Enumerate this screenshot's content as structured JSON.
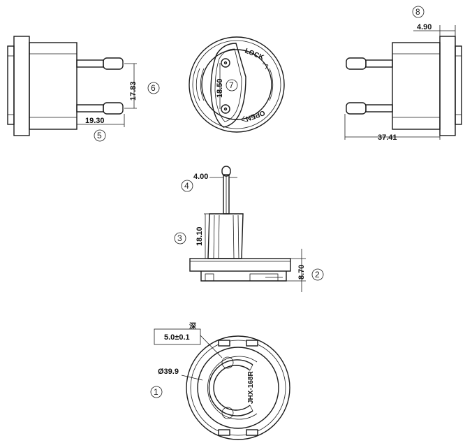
{
  "dimensions": {
    "d_19_30": "19.30",
    "d_17_83": "17.83",
    "d_18_50": "18.50",
    "d_37_41": "37.41",
    "d_4_90": "4.90",
    "d_4_00": "4.00",
    "d_18_10": "18.10",
    "d_8_70": "8.70",
    "d_dia": "Ø39.9",
    "d_depth": "5.0±0.1",
    "depth_cjk": "深"
  },
  "labels": {
    "lock": "LOCK",
    "open": "OPEN",
    "model": "JHX-168R"
  },
  "refs": [
    "1",
    "2",
    "3",
    "4",
    "5",
    "6",
    "7",
    "8"
  ]
}
